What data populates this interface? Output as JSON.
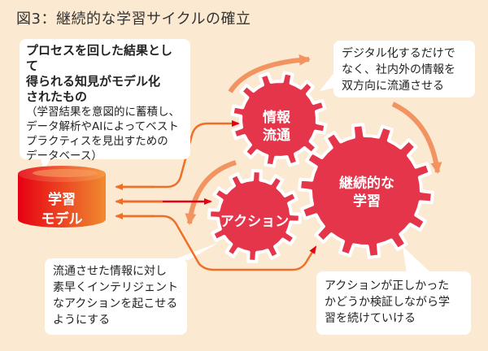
{
  "title": "図3：継続的な学習サイクルの確立",
  "bubbles": {
    "model_note": {
      "heading": [
        "プロセスを回した結果として",
        "得られる知見がモデル化",
        "されたもの"
      ],
      "detail": [
        "（学習結果を意図的に蓄積し、",
        "データ解析やAIによってベスト",
        "プラクティスを見出すための",
        "データベース）"
      ]
    },
    "info_flow_note": [
      "デジタル化するだけで",
      "なく、社内外の情報を",
      "双方向に流通させる"
    ],
    "action_note": [
      "流通させた情報に対し",
      "素早くインテリジェント",
      "なアクションを起こせる",
      "ようにする"
    ],
    "learning_note": [
      "アクションが正しかった",
      "かどうか検証しながら学",
      "習を続けていける"
    ]
  },
  "model": {
    "label": [
      "学習",
      "モデル"
    ]
  },
  "gears": {
    "info_flow": [
      "情報",
      "流通"
    ],
    "continuous_learning": [
      "継続的な",
      "学習"
    ],
    "action": [
      "アクション"
    ]
  },
  "colors": {
    "background": "#fbe9d2",
    "gear": "#e5354a",
    "cycle_arrow": "#f19461",
    "link_arrow_red": "#e60012",
    "link_arrow_orange": "#ee7026",
    "cylinder_left": "#e60012",
    "cylinder_right": "#f08a30"
  }
}
